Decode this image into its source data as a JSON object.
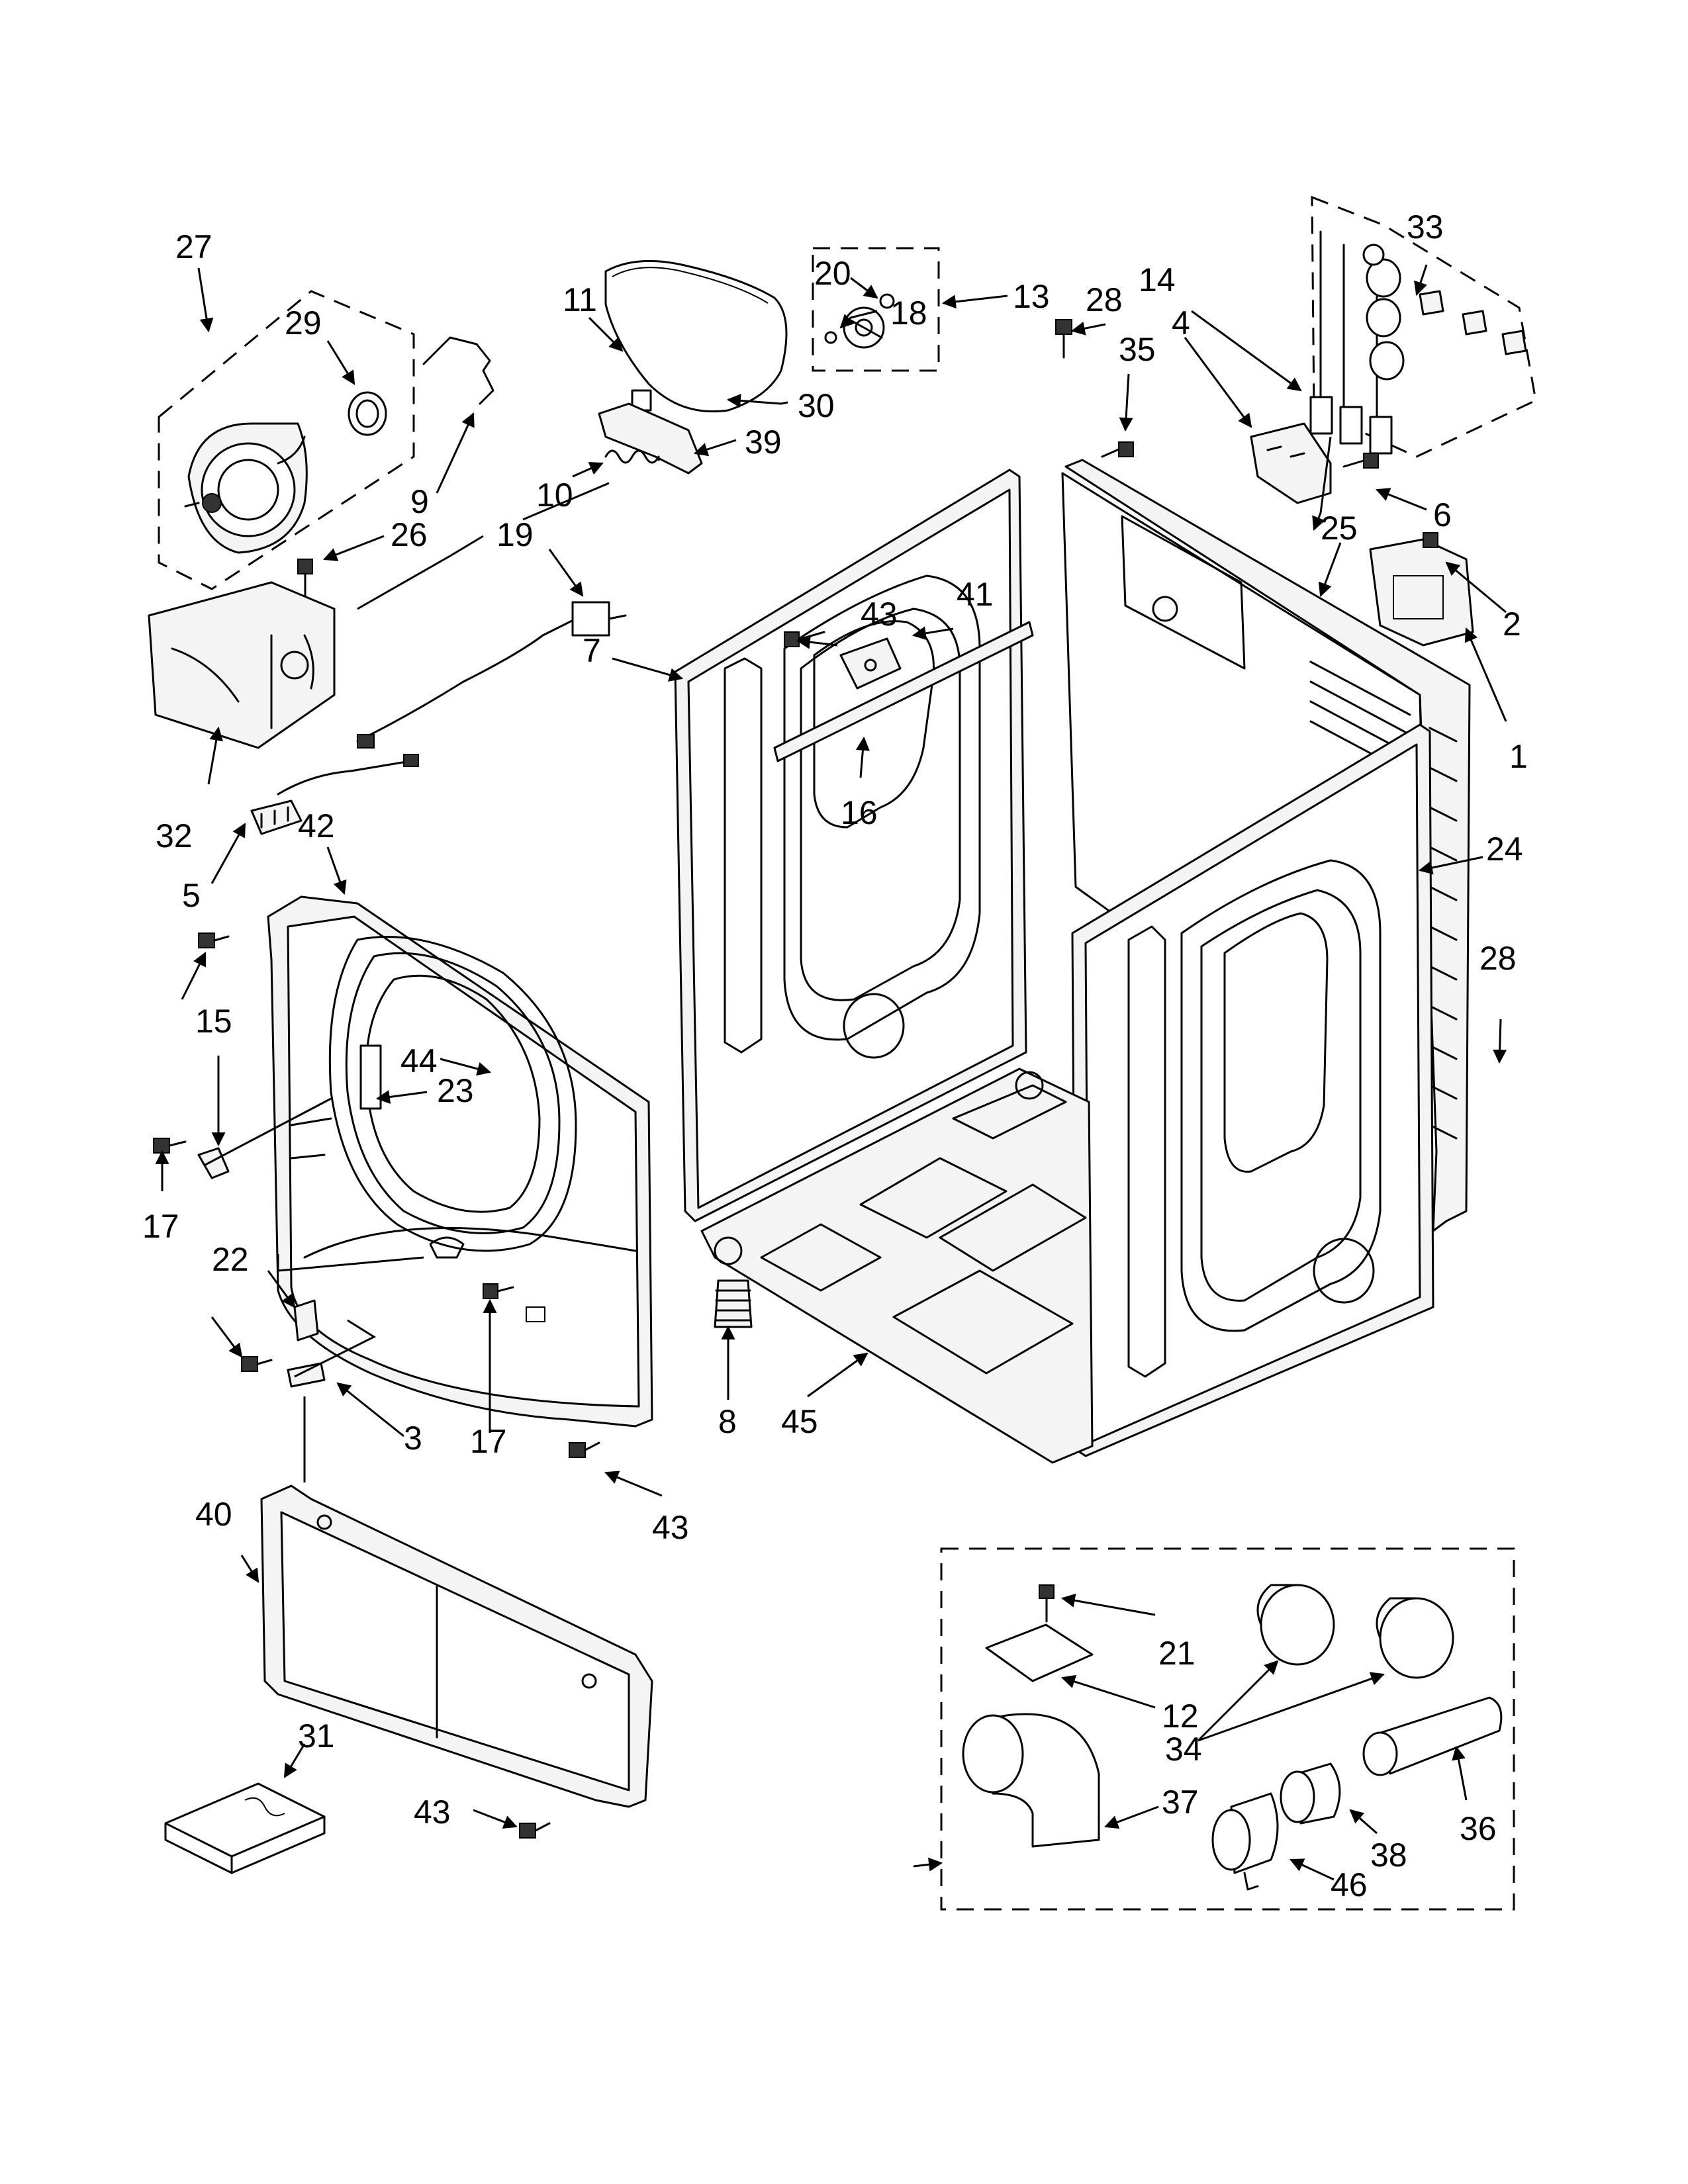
{
  "diagram": {
    "callouts": [
      "27",
      "29",
      "9",
      "26",
      "19",
      "32",
      "5",
      "42",
      "11",
      "10",
      "39",
      "30",
      "20",
      "18",
      "13",
      "28",
      "35",
      "14",
      "4",
      "33",
      "6",
      "25",
      "2",
      "1",
      "7",
      "43",
      "41",
      "16",
      "24",
      "28",
      "15",
      "44",
      "23",
      "17",
      "22",
      "3",
      "17",
      "8",
      "45",
      "43",
      "40",
      "31",
      "43",
      "21",
      "12",
      "34",
      "37",
      "38",
      "36",
      "46"
    ]
  }
}
